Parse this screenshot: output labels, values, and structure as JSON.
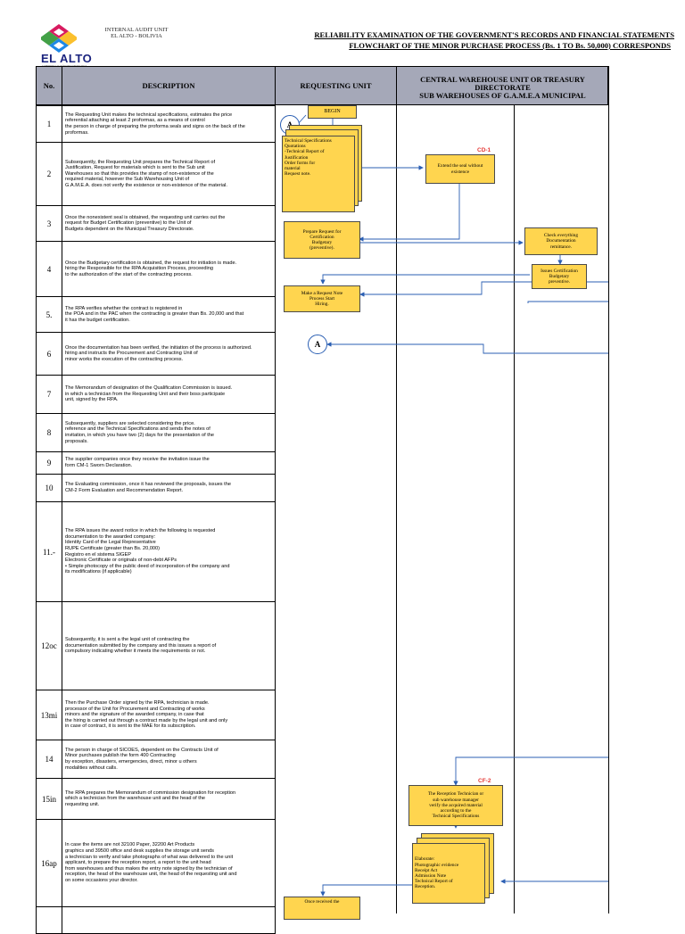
{
  "header": {
    "logo_text": "EL ALTO",
    "logo_subtitle": "GOBIERNO AUTÓNOMO MUNICIPAL",
    "unit_line1": "INTERNAL AUDIT UNIT",
    "unit_line2": "EL ALTO - BOLIVIA",
    "title_line1": "RELIABILITY EXAMINATION OF THE GOVERNMENT'S RECORDS AND FINANCIAL STATEMENTS",
    "title_line2": "FLOWCHART OF THE MINOR PURCHASE PROCESS (Bs. 1 TO Bs. 50,000) CORRESPONDS"
  },
  "columns": {
    "no": "No.",
    "description": "DESCRIPTION",
    "requesting": "REQUESTING UNIT",
    "warehouse": "CENTRAL WAREHOUSE UNIT OR TREASURY DIRECTORATE\nSUB WAREHOUSES OF G.A.M.E.A    MUNICIPAL"
  },
  "rows": [
    {
      "no": "1",
      "text": "The Requesting Unit makes the technical specifications, estimates the price\nreferential attaching at least 2 proformas, as a means of control\nthe person in charge of preparing the proforma seals and signs on the back of the\nproformas."
    },
    {
      "no": "2",
      "text": "Subsequently, the Requesting Unit prepares the Technical Report of\nJustification, Request for materials which is sent to the Sub unit\nWarehouses so that this provides the stamp of non-existence of the\nrequired material, however the Sub Warehousing Unit of\nG.A.M.E.A. does not verify the existence or non-existence of the material."
    },
    {
      "no": "3",
      "text": "Once the nonexistent seal is obtained, the requesting unit carries out the\nrequest for Budget Certification (preventive) to the Unit of\nBudgets dependent on the Municipal Treasury Directorate."
    },
    {
      "no": "4",
      "text": "Once the Budgetary certification is obtained, the request for initiation is made.\nhiring the Responsible for the RPA Acquisition Process, proceeding\nto the authorization of the start of the contracting process."
    },
    {
      "no": "5.",
      "text": "The RPA verifies whether the contract is registered in\nthe POA and in the PAC when the contracting is greater than Bs. 20,000 and that\nit has the budget certification."
    },
    {
      "no": "6",
      "text": "Once the documentation has been verified, the initiation of the process is authorized.\nhiring and instructs the Procurement and Contracting Unit of\nminor works the execution of the contracting process."
    },
    {
      "no": "7",
      "text": "The Memorandum of designation of the Qualification Commission is issued.\nin which a technician from the Requesting Unit and their boss participate\nunit, signed by the RPA."
    },
    {
      "no": "8",
      "text": "Subsequently, suppliers are selected considering the price.\nreference and the Technical Specifications and sends the notes of\ninvitation, in which you have two (2) days for the presentation of the\nproposals."
    },
    {
      "no": "9",
      "text": "The supplier companies once they receive the invitation issue the\nform CM-1 Sworn Declaration."
    },
    {
      "no": "10",
      "text": "The Evaluating commission, once it has reviewed the proposals, issues the\nCM-2 Form Evaluation and Recommendation Report."
    },
    {
      "no": "11.-",
      "text": " The RPA issues the award notice in which the following is requested\ndocumentation to the awarded company:\nIdentity Card of the Legal Representative\nRUPE Certificate (greater than Bs. 20,000)\nRegistro en el sistema SIGEP\nElectronic Certificate or originals of non-debt AFPs\n• Simple photocopy of the public deed of incorporation of the company and\nits modifications (if applicable)"
    },
    {
      "no": "12oc",
      "text": "Subsequently, it is sent a the legal unit of contracting the\ndocumentation submitted by the company and this issues a report of\ncompulsory indicating whether it meets the requirements or not."
    },
    {
      "no": "13mi",
      "text": "Then the Purchase Order signed by the RPA, technician is made.\nprocessor of the Unit for Procurement and Contracting of works\nminors and the signature of the awarded company, in case that\nthe hiring is carried out through a contract made by the legal unit and only\nin case of contract, it is sent to the MAE for its subscription."
    },
    {
      "no": "14",
      "text": "The person in charge of SICOES, dependent on the Contracts Unit of\nMinor purchases publish the form 400 Contracting\nby exception, disasters, emergencies, direct, minor        u others\nmodalities without calls."
    },
    {
      "no": "15in",
      "text": "The RPA prepares the Memorandum of commission designation for reception\nwhich a technician from the warehouse unit and the head of the\nrequesting unit."
    },
    {
      "no": "16ap",
      "text": "In case the items are not 32100 Paper, 32200 Art Products\ngraphics and 39500 office and desk supplies the storage unit sends\na technician to verify and take photographs of what was delivered to the unit\napplicant, to prepare the reception report, a report to the unit head\nfrom warehouses and thus makes the entry note signed by the technician of\nreception, the head of the warehouse unit, the head of the requesting unit and\non some occasions your director."
    },
    {
      "no": "",
      "text": ""
    }
  ],
  "flow": {
    "begin": "BEGIN",
    "connector_a": "A",
    "connector_a2": "A",
    "doc_tech_specs": "Technical Specifications\nQuotations\n-Technical Report of\nJustification\nOrder forms for\nmaterial\nRequest note.",
    "code_cd1": "CD-1",
    "extend_seal": "Extend the seal without\nexistence",
    "prepare_request": "Prepare Request for\nCertification\nBudgetary\n(preventive).",
    "check_docs": "Check everything\nDocumentation\nremittance.",
    "issues_cert": "Issues Certification\nBudgetary\npreventive.",
    "request_note": "Make a Request Note\nProcess Start\nHiring.",
    "code_cf2": "CF-2",
    "reception_tech": "The Reception Technician or\nsub warehouse manager\nverify the acquired material\naccording to the\nTechnical Specifications",
    "elaborate": "Elaborate:\nPhotographic evidence\nReceipt Act\nAdmission Note\nTechnical Report of\nReception.",
    "once_received": "Once received the"
  },
  "colors": {
    "header_bg": "#a5a8b8",
    "note_fill": "#ffd54f",
    "arrow": "#2b5fb3",
    "code": "#e53935"
  }
}
